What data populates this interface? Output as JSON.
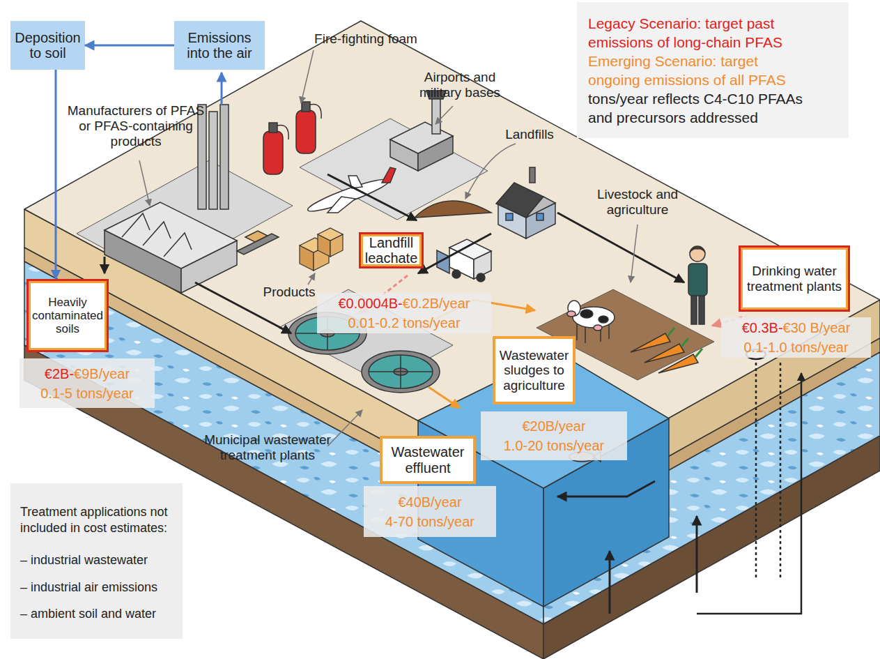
{
  "diagram": {
    "nodes": [
      {
        "text": [
          "Deposition to soil"
        ]
      },
      {
        "text": [
          "Emissions into the air"
        ]
      },
      {
        "text": [
          "Legacy Scenario: target past emissions of long-chain PFAS",
          "Emerging Scenario: target ongoing emissions of all PFAS",
          "tons/year reflects C4-C10 PFAAs and precursors addressed"
        ]
      },
      {
        "text": [
          "Landfill leachate"
        ]
      },
      {
        "text": [
          "Drinking water treatment plants"
        ]
      },
      {
        "text": [
          "Heavily contaminated soils"
        ]
      },
      {
        "text": [
          "€0.0004B-",
          "€0.2B/year",
          "0.01-0.2 tons/year"
        ]
      },
      {
        "text": [
          "€0.3B-",
          "€30 B/year",
          "0.1-1.0 tons/year"
        ]
      },
      {
        "text": [
          "Wastewater sludges to agriculture"
        ]
      },
      {
        "text": [
          "€2B-",
          "€9B/year",
          "0.1-5 tons/year"
        ]
      },
      {
        "text": [
          "€20B/year",
          "1.0-20 tons/year"
        ]
      },
      {
        "text": [
          "Wastewater effluent"
        ]
      },
      {
        "text": [
          "€40B/year",
          "4-70 tons/year"
        ]
      },
      {
        "text": [
          "Treatment applications not included in cost estimates:",
          "– industrial wastewater",
          "– industrial air emissions",
          "– ambient soil and water"
        ]
      }
    ],
    "edges": [
      {
        "from": 1,
        "to": 0,
        "arrow": "to"
      },
      {
        "from": 0,
        "to": 5,
        "arrow": "to"
      }
    ],
    "labels": [
      "Fire-fighting foam",
      "Airports and military bases",
      "Manufacturers of PFAS or PFAS-containing products",
      "Landfills",
      "Livestock and agriculture",
      "Products",
      "Municipal wastewater treatment plants"
    ]
  }
}
